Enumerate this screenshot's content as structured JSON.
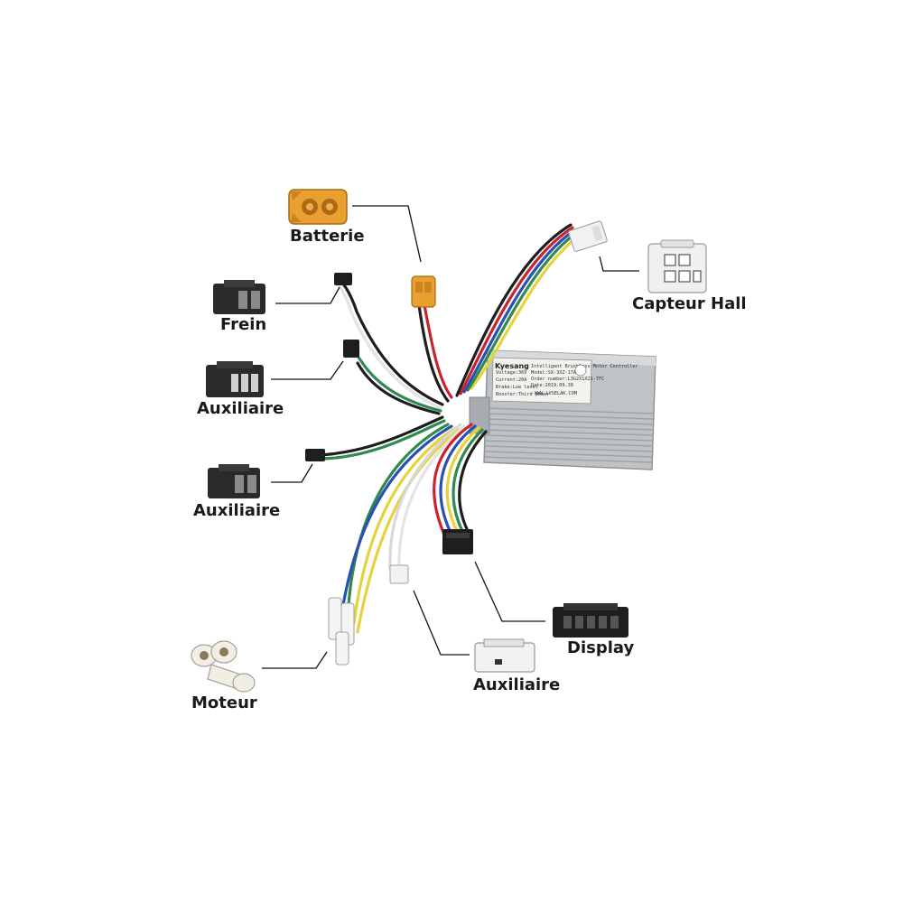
{
  "labels": {
    "batterie": "Batterie",
    "capteur_hall": "Capteur Hall",
    "frein": "Frein",
    "auxiliaire_1": "Auxiliaire",
    "auxiliaire_2": "Auxiliaire",
    "auxiliaire_3": "Auxiliaire",
    "moteur": "Moteur",
    "display": "Display"
  },
  "controller": {
    "brand": "Kyesang",
    "plate_lines": [
      "Intelligent Brushless Motor Controller",
      "Voltage:36V",
      "Model:SX-3XZ-17A2",
      "Current:20A",
      "Order number:L3G2X1X21-TFC",
      "Brake:Low level",
      "Date:2019.09.30",
      "Booster:Third power",
      "WWW.LVSELAK.COM"
    ]
  },
  "colors": {
    "background": "#ffffff",
    "label_text": "#1a1a1a",
    "controller_body": "#c4c7ca",
    "xt60_yellow": "#e8a030",
    "wire_red": "#c8242f",
    "wire_black": "#1e1e1e",
    "wire_yellow": "#e6d23c",
    "wire_green": "#2e8a4e",
    "wire_blue": "#2c4fb3",
    "wire_white": "#e4e4e4"
  }
}
